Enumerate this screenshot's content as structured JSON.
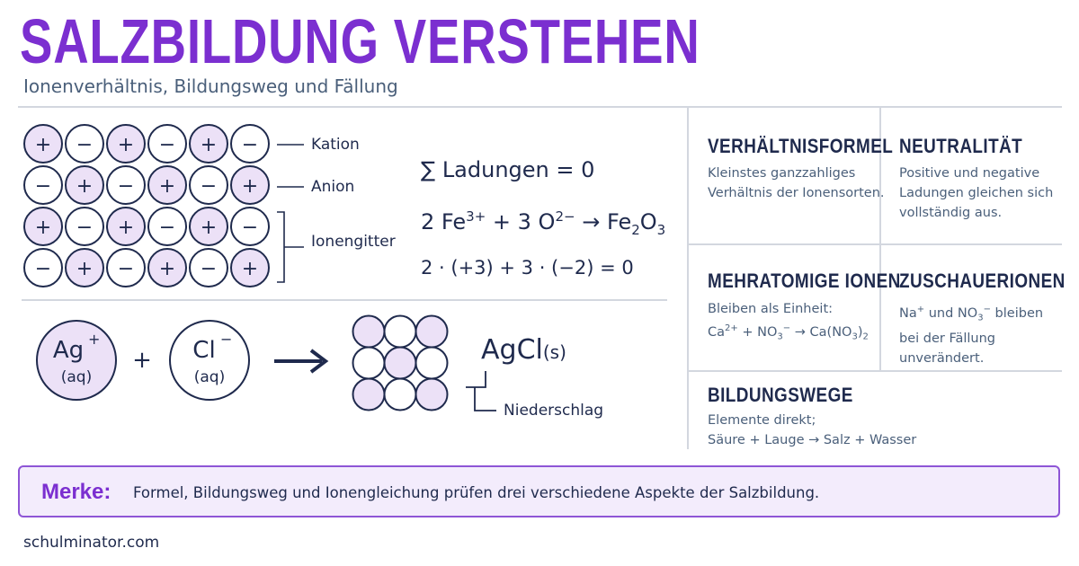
{
  "header": {
    "title": "SALZBILDUNG VERSTEHEN",
    "subtitle": "Ionenverhältnis, Bildungsweg und Fällung"
  },
  "lattice": {
    "rows": [
      [
        "+",
        "−",
        "+",
        "−",
        "+",
        "−"
      ],
      [
        "−",
        "+",
        "−",
        "+",
        "−",
        "+"
      ],
      [
        "+",
        "−",
        "+",
        "−",
        "+",
        "−"
      ],
      [
        "−",
        "+",
        "−",
        "+",
        "−",
        "+"
      ]
    ],
    "label_kation": "Kation",
    "label_anion": "Anion",
    "label_gitter": "Ionengitter",
    "color_cation_fill": "#ece1f7",
    "color_anion_fill": "#ffffff",
    "color_stroke": "#1f2a4d"
  },
  "equations": {
    "sum_symbol": "∑",
    "sum_text": "Ladungen = 0",
    "fe_coeff": "2 Fe",
    "fe_charge": "3+",
    "plus_o": "+ 3 O",
    "o_charge": "2−",
    "arrow_product": "→ Fe",
    "sub2": "2",
    "o_product": "O",
    "sub3": "3",
    "check": "2 · (+3) + 3 · (−2) = 0"
  },
  "precipitation": {
    "ag_symbol": "Ag",
    "ag_charge": "+",
    "ag_state": "(aq)",
    "plus": "+",
    "cl_symbol": "Cl",
    "cl_charge": "−",
    "cl_state": "(aq)",
    "product": "AgCl",
    "product_state": "(s)",
    "label_niederschlag": "Niederschlag",
    "grid": [
      [
        true,
        false,
        true
      ],
      [
        false,
        true,
        false
      ],
      [
        true,
        false,
        true
      ]
    ]
  },
  "cards": {
    "verhaeltnis": {
      "title": "VERHÄLTNISFORMEL",
      "lines": [
        "Kleinstes ganzzahliges",
        "Verhältnis der Ionensorten."
      ]
    },
    "neutralitaet": {
      "title": "NEUTRALITÄT",
      "lines": [
        "Positive und negative",
        "Ladungen gleichen sich",
        "vollständig aus."
      ]
    },
    "mehratomig": {
      "title": "MEHRATOMIGE IONEN",
      "line1": "Bleiben als Einheit:",
      "ca": "Ca",
      "ca_charge": "2+",
      "plus_no": " + NO",
      "no_sub": "3",
      "no_charge": "−",
      "arrow": " → Ca(NO",
      "paren_sub": "3",
      "close": ")",
      "tail_sub": "2"
    },
    "zuschauer": {
      "title": "ZUSCHAUERIONEN",
      "na": "Na",
      "na_charge": "+",
      "and_no": " und NO",
      "no_sub": "3",
      "no_charge": "−",
      "bleiben": " bleiben",
      "line2": "bei der Fällung",
      "line3": "unverändert."
    },
    "bildungswege": {
      "title": "BILDUNGSWEGE",
      "lines": [
        "Elemente direkt;",
        "Säure + Lauge → Salz + Wasser"
      ]
    }
  },
  "merke": {
    "label": "Merke:",
    "text": "Formel, Bildungsweg und  Ionengleichung prüfen drei  verschiedene Aspekte der Salzbildung."
  },
  "footer": {
    "site": "schulminator.com"
  },
  "colors": {
    "accent": "#7b2fd0",
    "navy": "#1f2a4d",
    "muted": "#4a5f7a",
    "lavender": "#ece1f7"
  }
}
